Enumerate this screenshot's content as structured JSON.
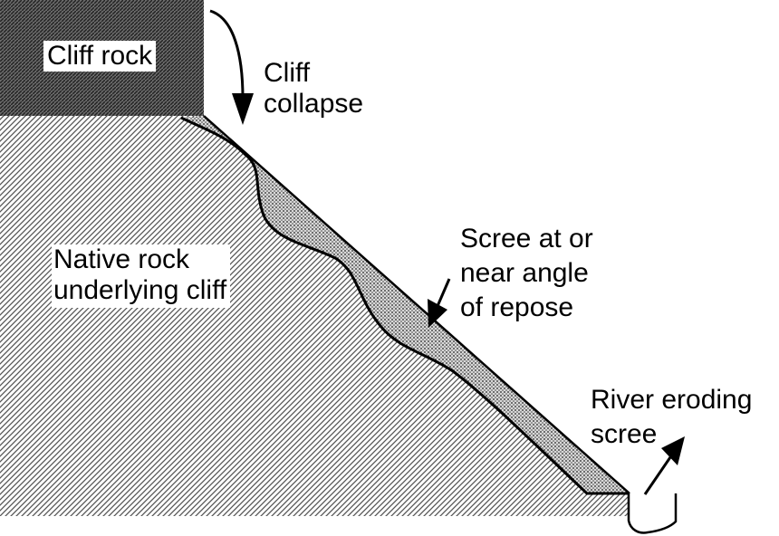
{
  "diagram": {
    "title": "Cliff collapse and scree slope cross-section",
    "colors": {
      "cliff_rock": "#4d4d4d",
      "native_rock": "#cfcfcf",
      "scree": "#a8a8a8",
      "outline": "#000000",
      "background": "#ffffff"
    },
    "labels": {
      "cliff_rock": {
        "lines": [
          "Cliff rock"
        ]
      },
      "cliff_collapse": {
        "lines": [
          "Cliff",
          "collapse"
        ]
      },
      "native_rock": {
        "lines": [
          "Native rock",
          "underlying cliff"
        ]
      },
      "scree": {
        "lines": [
          "Scree at or",
          "near angle",
          "of repose"
        ]
      },
      "river": {
        "lines": [
          "River eroding",
          "scree"
        ]
      }
    },
    "arrows": [
      {
        "name": "cliff-collapse-arrow",
        "meaning": "cliff material falling onto scree"
      },
      {
        "name": "scree-arrow",
        "meaning": "points to scree slope"
      },
      {
        "name": "river-erosion-arrow",
        "meaning": "river removing scree at base"
      }
    ]
  }
}
